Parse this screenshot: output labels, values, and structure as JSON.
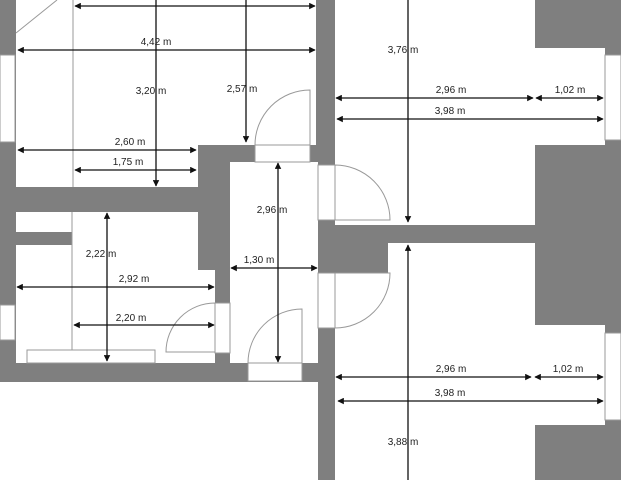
{
  "colors": {
    "wall": "#7f7f7f",
    "floor": "#ffffff",
    "dimension_line": "#111111"
  },
  "dimensions": {
    "room_top_left": {
      "width_full": "4,42 m",
      "height": "3,20 m",
      "height_right": "2,57 m",
      "width_bottom": "2,60 m",
      "width_bottom_inner": "1,75 m"
    },
    "bathroom": {
      "height": "2,22 m",
      "width_full": "2,92 m",
      "width_inner": "2,20 m"
    },
    "hallway": {
      "length": "2,96 m",
      "width": "1,30 m"
    },
    "room_top_right": {
      "height": "3,76 m",
      "width_main": "2,96 m",
      "width_niche": "1,02 m",
      "width_total": "3,98 m"
    },
    "room_bottom_right": {
      "height": "3,88 m",
      "width_main": "2,96 m",
      "width_niche": "1,02 m",
      "width_total": "3,98 m"
    }
  }
}
